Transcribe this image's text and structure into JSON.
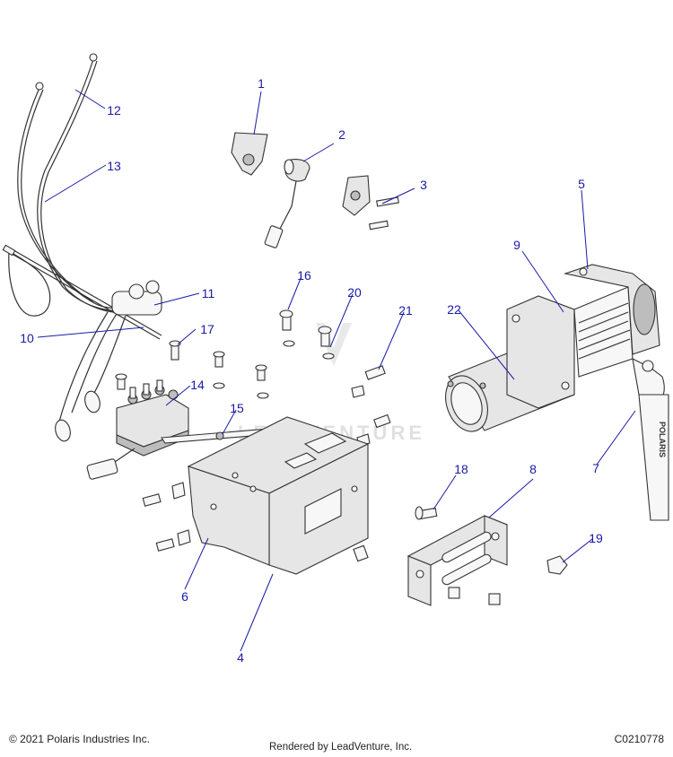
{
  "watermark": {
    "brand": "LEADVENTURE"
  },
  "callouts": {
    "c1": "1",
    "c2": "2",
    "c3": "3",
    "c4": "4",
    "c5": "5",
    "c6": "6",
    "c7": "7",
    "c8": "8",
    "c9": "9",
    "c10": "10",
    "c11": "11",
    "c12": "12",
    "c13": "13",
    "c14": "14",
    "c15": "15",
    "c16": "16",
    "c17": "17",
    "c18": "18",
    "c19": "19",
    "c20": "20",
    "c21": "21",
    "c22": "22"
  },
  "strap_text": "POLARIS",
  "footer": {
    "copyright": "© 2021 Polaris Industries Inc.",
    "rendered_by": "Rendered by LeadVenture, Inc.",
    "diagram_code": "C0210778"
  },
  "colors": {
    "callout": "#1a1aa6",
    "linework": "#333333",
    "part_fill": "#e6e6e6"
  }
}
